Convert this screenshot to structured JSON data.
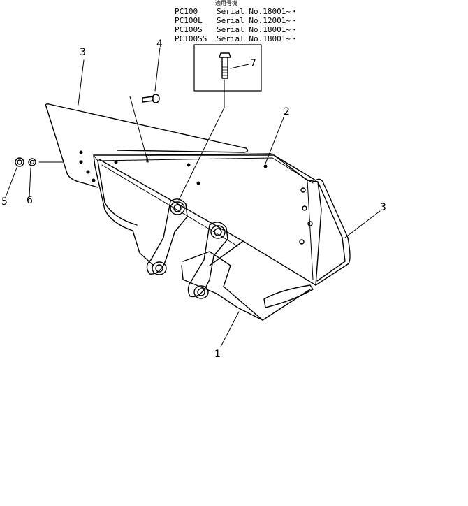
{
  "applicability": {
    "heading": "適用号機",
    "rows": [
      {
        "model": "PC100",
        "serial": "Serial No.18001~・"
      },
      {
        "model": "PC100L",
        "serial": "Serial No.12001~・"
      },
      {
        "model": "PC100S",
        "serial": "Serial No.18001~・"
      },
      {
        "model": "PC100SS",
        "serial": "Serial No.18001~・"
      }
    ]
  },
  "callouts": {
    "c1": "1",
    "c2": "2",
    "c3_left": "3",
    "c3_right": "3",
    "c4": "4",
    "c5": "5",
    "c6": "6",
    "c7": "7"
  }
}
